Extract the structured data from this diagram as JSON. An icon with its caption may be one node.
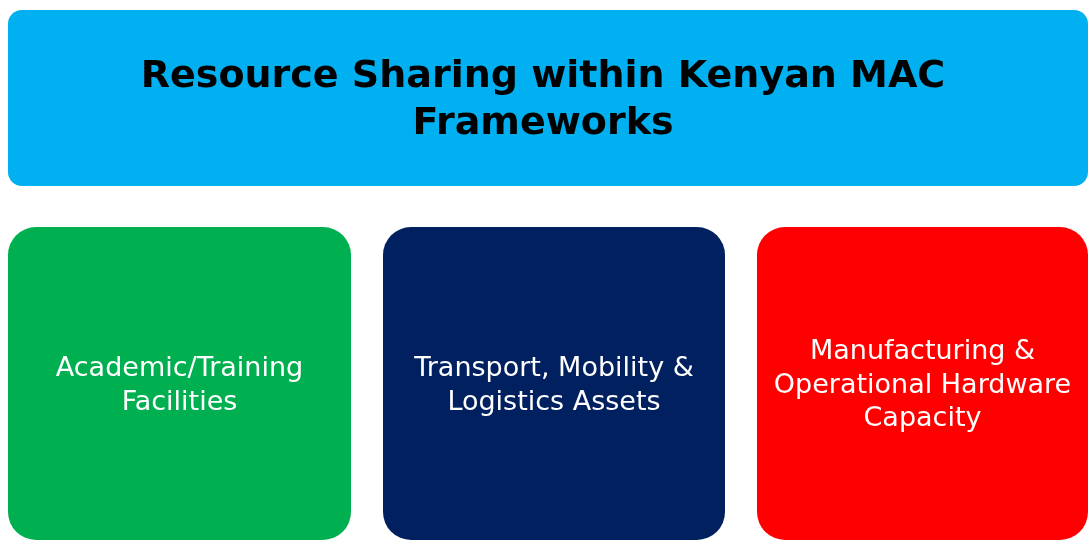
{
  "diagram": {
    "nodes": [
      {
        "text": [
          "Resource Sharing within Kenyan MAC Frameworks"
        ]
      },
      {
        "text": [
          "Academic/Training Facilities"
        ]
      },
      {
        "text": [
          "Transport, Mobility & Logistics Assets"
        ]
      },
      {
        "text": [
          "Manufacturing & Operational Hardware Capacity"
        ]
      }
    ]
  }
}
